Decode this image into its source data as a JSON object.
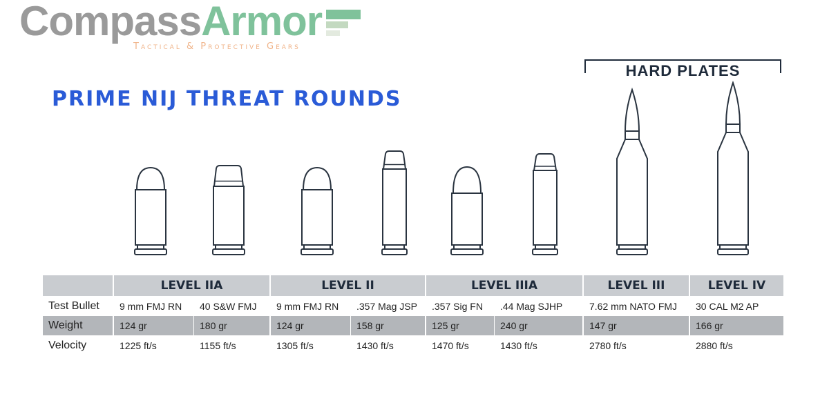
{
  "logo": {
    "name_part1": "Compass",
    "name_part2": "Armor",
    "tagline": "Tactical & Protective Gears",
    "colors": {
      "gray": "#9a9a9a",
      "green": "#7fc29b",
      "orange": "#f0b48a"
    }
  },
  "title": "PRIME NIJ THREAT ROUNDS",
  "hard_plates_label": "HARD PLATES",
  "colors": {
    "title": "#2a5bd7",
    "header_bg": "#c9ccd0",
    "weight_bg": "#b3b6ba",
    "text_dark": "#1e2a3a"
  },
  "table": {
    "row_labels": [
      "Test Bullet",
      "Weight",
      "Velocity"
    ],
    "levels": [
      {
        "name": "LEVEL IIA",
        "rounds": [
          {
            "bullet": "9 mm FMJ RN",
            "weight": "124 gr",
            "velocity": "1225 ft/s"
          },
          {
            "bullet": "40 S&W FMJ",
            "weight": "180 gr",
            "velocity": "1155 ft/s"
          }
        ]
      },
      {
        "name": "LEVEL II",
        "rounds": [
          {
            "bullet": "9 mm FMJ RN",
            "weight": "124 gr",
            "velocity": "1305 ft/s"
          },
          {
            "bullet": ".357 Mag JSP",
            "weight": "158 gr",
            "velocity": "1430 ft/s"
          }
        ]
      },
      {
        "name": "LEVEL IIIA",
        "rounds": [
          {
            "bullet": ".357 Sig FN",
            "weight": "125 gr",
            "velocity": "1470 ft/s"
          },
          {
            "bullet": ".44 Mag SJHP",
            "weight": "240 gr",
            "velocity": "1430 ft/s"
          }
        ]
      },
      {
        "name": "LEVEL III",
        "rounds": [
          {
            "bullet": "7.62 mm NATO FMJ",
            "weight": "147 gr",
            "velocity": "2780 ft/s"
          }
        ]
      },
      {
        "name": "LEVEL IV",
        "rounds": [
          {
            "bullet": "30 CAL M2 AP",
            "weight": "166 gr",
            "velocity": "2880 ft/s"
          }
        ]
      }
    ]
  }
}
